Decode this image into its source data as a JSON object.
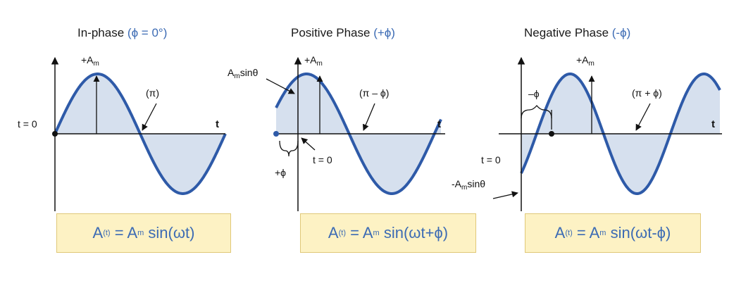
{
  "panels": [
    {
      "title": "In-phase",
      "title_phase": "(ϕ = 0°)",
      "peak_label": "+A",
      "peak_sub": "m",
      "crossing_label": "(π)",
      "t0_label": "t = 0",
      "t_axis_label": "t",
      "equation": {
        "lhs": "A",
        "lhs_sub": "(t)",
        "rhs_a": "= A",
        "rhs_sub": "m",
        "rhs_fn": "sin(ωt)"
      }
    },
    {
      "title": "Positive Phase",
      "title_phase": "(+ϕ)",
      "peak_label": "+A",
      "peak_sub": "m",
      "amp_label_a": "A",
      "amp_label_sub": "m",
      "amp_label_fn": "sinθ",
      "crossing_label": "(π – ϕ)",
      "t0_label": "t = 0",
      "phase_label": "+ϕ",
      "t_axis_label": "t",
      "equation": {
        "lhs": "A",
        "lhs_sub": "(t)",
        "rhs_a": "= A",
        "rhs_sub": "m",
        "rhs_fn": "sin(ωt+ϕ)"
      }
    },
    {
      "title": "Negative Phase",
      "title_phase": "(-ϕ)",
      "peak_label": "+A",
      "peak_sub": "m",
      "phase_label": "–ϕ",
      "crossing_label": "(π + ϕ)",
      "t0_label": "t = 0",
      "amp_label_a": "-A",
      "amp_label_sub": "m",
      "amp_label_fn": "sinθ",
      "t_axis_label": "t",
      "equation": {
        "lhs": "A",
        "lhs_sub": "(t)",
        "rhs_a": "= A",
        "rhs_sub": "m",
        "rhs_fn": "sin(ωt-ϕ)"
      }
    }
  ],
  "colors": {
    "wave": "#2e5aa8",
    "fill": "#d6e0ee",
    "accent": "#3c6bb4",
    "eq_bg": "#fdf2c4",
    "eq_border": "#e0c878"
  }
}
